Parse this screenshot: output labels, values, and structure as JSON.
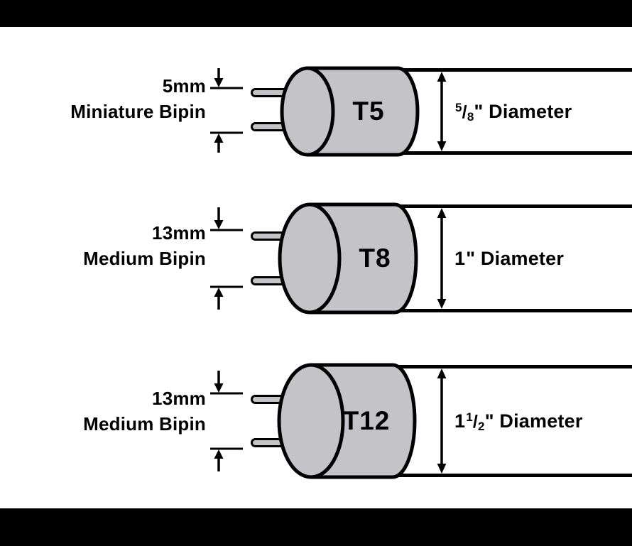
{
  "colors": {
    "background": "#ffffff",
    "letterbox_bar": "#000000",
    "tube_fill": "#c4c4c8",
    "outline": "#000000"
  },
  "tubes": [
    {
      "name": "T5",
      "base_line1": "5mm",
      "base_line2": "Miniature Bipin",
      "diam_whole": "",
      "diam_num": "5",
      "diam_slash": "/",
      "diam_den": "8",
      "diam_rest": "\" Diameter"
    },
    {
      "name": "T8",
      "base_line1": "13mm",
      "base_line2": "Medium Bipin",
      "diam_whole": "1",
      "diam_num": "",
      "diam_slash": "",
      "diam_den": "",
      "diam_rest": "\" Diameter"
    },
    {
      "name": "T12",
      "base_line1": "13mm",
      "base_line2": "Medium Bipin",
      "diam_whole": "1",
      "diam_num": "1",
      "diam_slash": "/",
      "diam_den": "2",
      "diam_rest": "\" Diameter"
    }
  ]
}
